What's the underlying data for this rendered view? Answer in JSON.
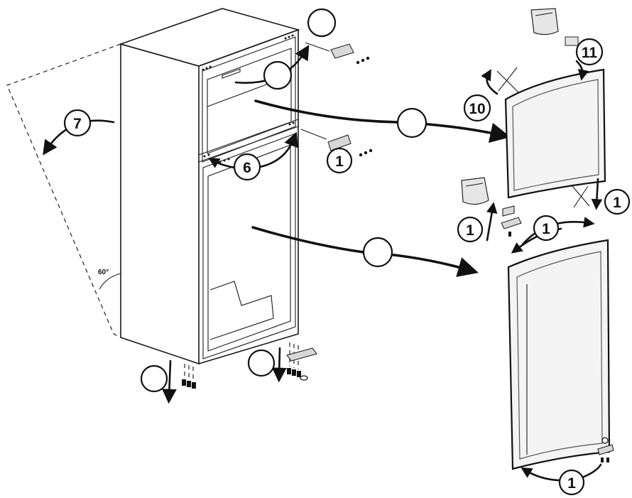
{
  "diagram": {
    "callouts": {
      "step_top_hinge": "",
      "step_freezer_inner": "",
      "step_freezer_door": "",
      "step_fridge_door": "",
      "step_bottom_left": "",
      "step_bottom_right": "",
      "step_7": "7",
      "step_6": "6",
      "step_1_middle_hinge": "1",
      "step_10": "10",
      "step_11": "11",
      "step_1_door_right": "1",
      "step_1_door_left": "1",
      "step_1_door_top": "1",
      "step_1_door_bottom": "1"
    },
    "angle_label": "60°"
  },
  "colors": {
    "line": "#111111",
    "door_fill": "#f4f4f4",
    "background": "#ffffff"
  }
}
